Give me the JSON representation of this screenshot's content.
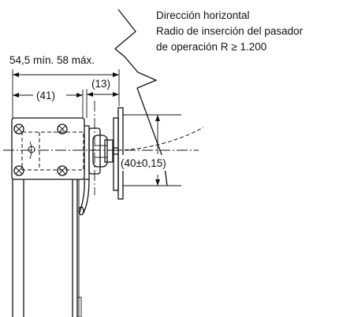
{
  "annotation": {
    "line1": "Dirección horizontal",
    "line2": "Radio de inserción del pasador",
    "line3": "de operación R ≥ 1.200"
  },
  "dimensions": {
    "overall": "54,5 mín. 58 máx.",
    "body_width": "(41)",
    "offset": "(13)",
    "height": "(40±0,15)"
  }
}
